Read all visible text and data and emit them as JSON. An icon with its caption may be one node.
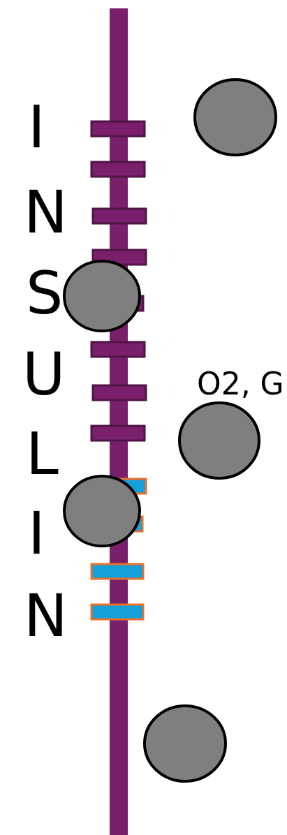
{
  "diagram": {
    "nodes": [
      {
        "text": [],
        "shape": "circle"
      },
      {
        "text": [],
        "shape": "circle"
      },
      {
        "text": [],
        "shape": "circle"
      },
      {
        "text": [],
        "shape": "circle"
      },
      {
        "text": [],
        "shape": "circle"
      }
    ],
    "labels": [
      "I",
      "N",
      "S",
      "U",
      "O2, G",
      "L",
      "I",
      "N"
    ]
  }
}
